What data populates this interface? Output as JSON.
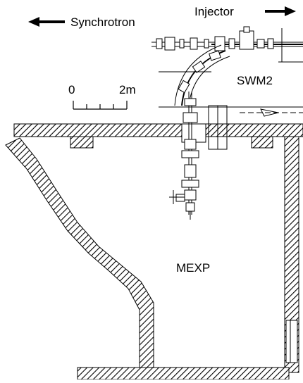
{
  "labels": {
    "synchrotron": "Synchrotron",
    "injector": "Injector",
    "swm2": "SWM2",
    "mexp": "MEXP",
    "scale_start": "0",
    "scale_end": "2m"
  },
  "icons": {
    "left_arrow": "arrow-left-icon",
    "right_arrow": "arrow-right-icon"
  },
  "colors": {
    "ink": "#000000",
    "background": "#ffffff"
  }
}
